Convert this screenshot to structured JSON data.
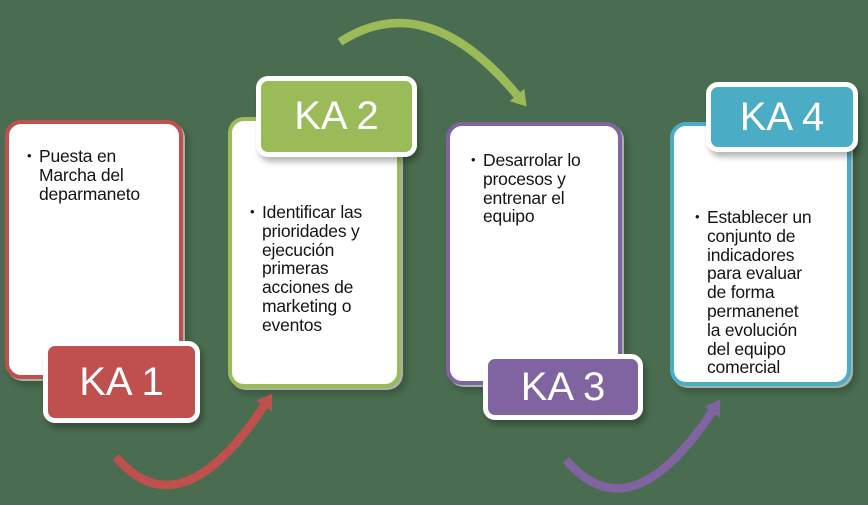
{
  "diagram": {
    "background_color": "#4a6c50",
    "card_fill": "#ffffff",
    "text_color": "#141414",
    "label_text_color": "#ffffff",
    "bullet_char": "•",
    "steps": [
      {
        "label": "KA 1",
        "color": "#c0504d",
        "text": "Puesta en\nMarcha del\ndeparmaneto"
      },
      {
        "label": "KA 2",
        "color": "#9bbb59",
        "text": "Identificar las\nprioridades y\nejecución\nprimeras\nacciones de\nmarketing o\neventos"
      },
      {
        "label": "KA 3",
        "color": "#8064a2",
        "text": "Desarrolar lo\nprocesos y\nentrenar el\nequipo"
      },
      {
        "label": "KA 4",
        "color": "#4bacc6",
        "text": "Establecer un\nconjunto de\nindicadores\npara evaluar\nde forma\npermanenet\nla evolución\ndel equipo\ncomercial"
      }
    ],
    "arrows": [
      {
        "name": "ka1-to-ka2",
        "color": "#c0504d"
      },
      {
        "name": "ka2-to-ka3",
        "color": "#9bbb59"
      },
      {
        "name": "ka3-to-ka4",
        "color": "#8064a2"
      }
    ]
  }
}
